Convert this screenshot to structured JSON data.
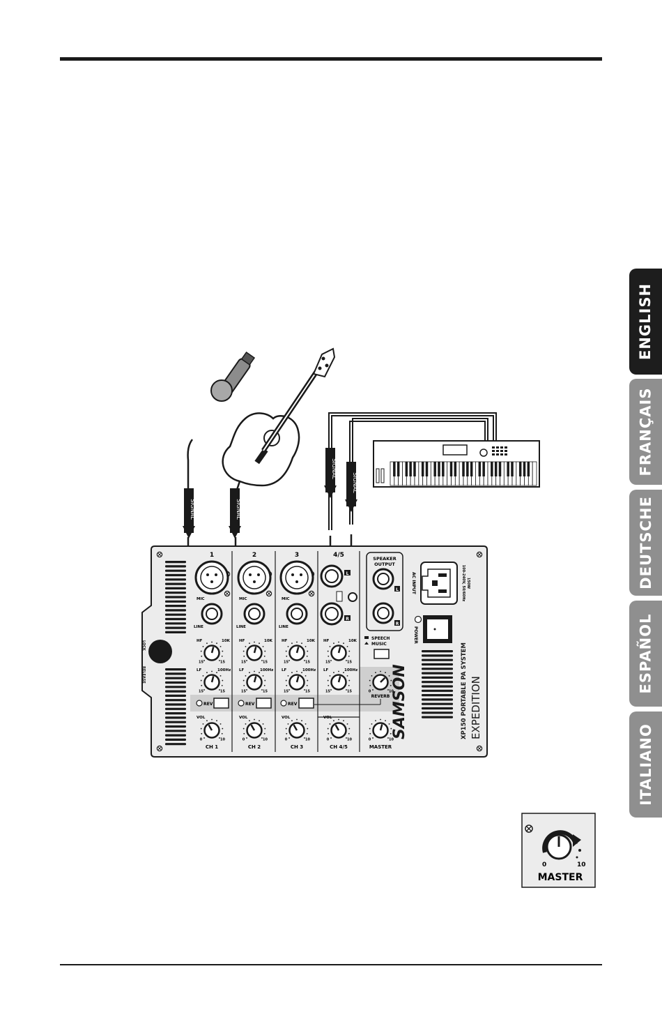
{
  "languages": [
    {
      "label": "ENGLISH",
      "active": true
    },
    {
      "label": "FRANÇAIS",
      "active": false
    },
    {
      "label": "DEUTSCHE",
      "active": false
    },
    {
      "label": "ESPAÑOL",
      "active": false
    },
    {
      "label": "ITALIANO",
      "active": false
    }
  ],
  "diagram": {
    "signal_label": "SIGNAL",
    "mixer": {
      "channels": [
        "1",
        "2",
        "3",
        "4/5"
      ],
      "channel_footers": [
        "CH 1",
        "CH 2",
        "CH 3",
        "CH 4/5"
      ],
      "mic": "MIC",
      "line": "LINE",
      "hf": "HF",
      "lf": "LF",
      "freq_hf": "10K",
      "freq_lf": "100Hz",
      "rev": "REV",
      "vol": "VOL",
      "jack_l": "L",
      "jack_r": "R",
      "speaker_output_1": "SPEAKER",
      "speaker_output_2": "OUTPUT",
      "speech": "SPEECH",
      "music": "MUSIC",
      "reverb": "REVERB",
      "master": "MASTER",
      "power": "POWER",
      "ac_input": "AC INPUT",
      "ac_spec_1": "100-240V, 50/60Hz",
      "ac_spec_2": "150W",
      "lock": "LOCK",
      "release": "RELEASE",
      "brand": "SAMSON",
      "model": "XP150  PORTABLE PA SYSTEM",
      "series": "EXPEDITION",
      "scale_min": "0",
      "scale_max": "10",
      "scale_neg": "15",
      "scale_pos": "15"
    },
    "master_callout": {
      "label": "MASTER",
      "min": "0",
      "max": "10"
    }
  }
}
